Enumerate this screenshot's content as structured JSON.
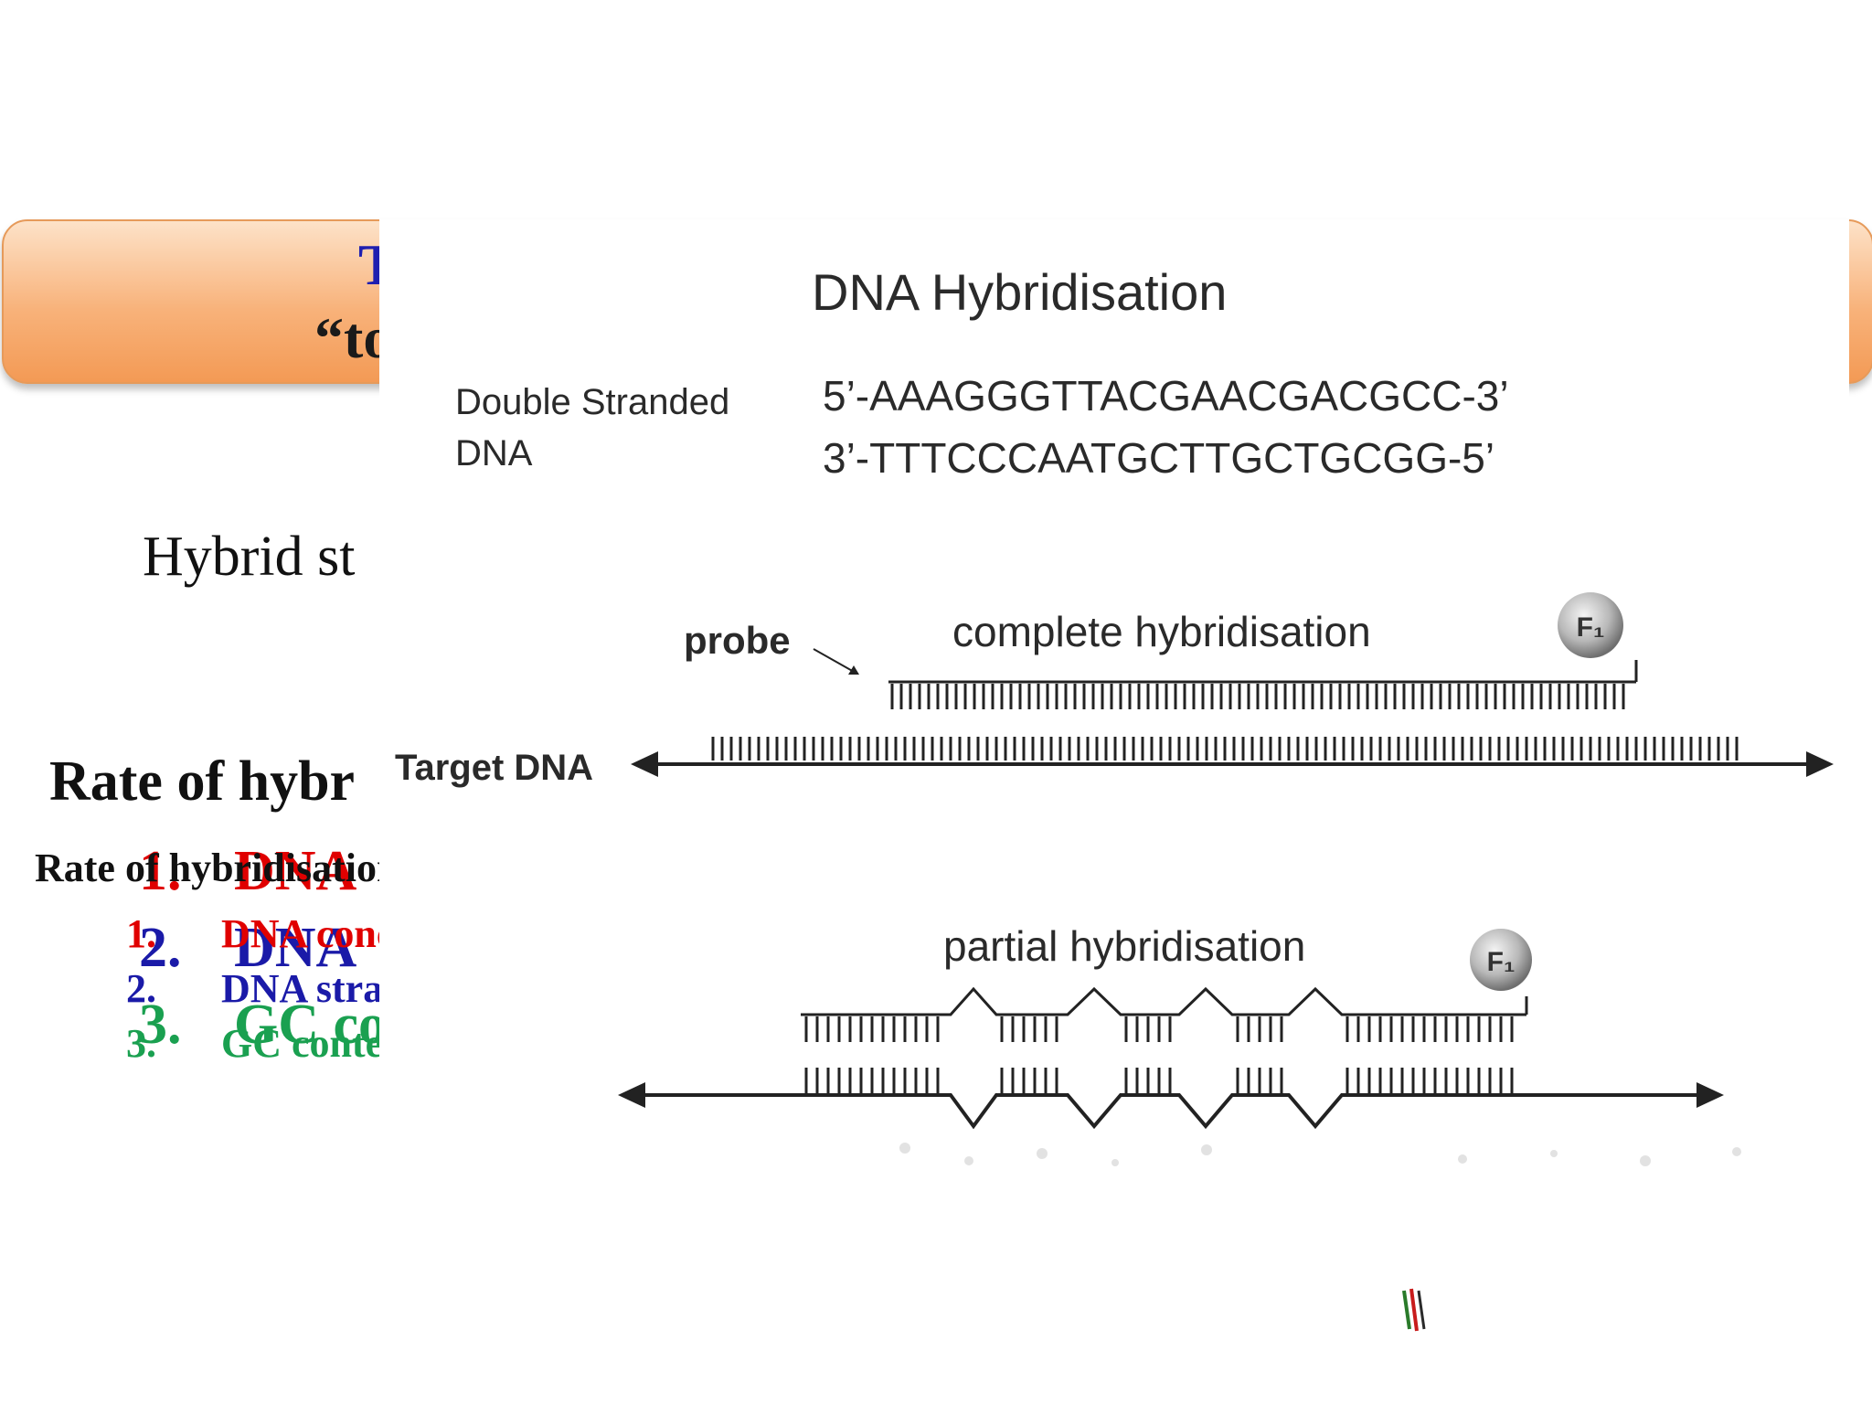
{
  "background": {
    "banner_line1_fragment": "T",
    "banner_line2_fragment": "“to",
    "hybrid_fragment": "Hybrid st",
    "rate_heading_fragment": "Rate of hybr",
    "big_list": [
      {
        "num": "1.",
        "text": "DNA"
      },
      {
        "num": "2.",
        "text": "DNA"
      },
      {
        "num": "3.",
        "text": "GC co"
      }
    ]
  },
  "rate_list": {
    "heading": "Rate of hybridisation depends on:",
    "items": [
      {
        "num": "1.",
        "text": "DNA concentration & Time",
        "color": "#e00000"
      },
      {
        "num": "2.",
        "text": "DNA strand length",
        "color": "#1a1aa8"
      },
      {
        "num": "3.",
        "text": "GC content",
        "color": "#1aa050"
      }
    ]
  },
  "figure": {
    "title": "DNA Hybridisation",
    "ds_label_line1": "Double Stranded",
    "ds_label_line2": "DNA",
    "seq_top": "5’-AAAGGGTTACGAACGACGCC-3’",
    "seq_bottom": "3’-TTTCCCAATGCTTGCTGCGG-5’",
    "probe_label": "probe",
    "complete_label": "complete hybridisation",
    "target_label": "Target DNA",
    "partial_label": "partial hybridisation",
    "fluor_label": "F₁"
  },
  "colors": {
    "banner_text": "#1f1fb0",
    "red": "#e00000",
    "blue": "#1a1aa8",
    "green": "#1aa050"
  }
}
